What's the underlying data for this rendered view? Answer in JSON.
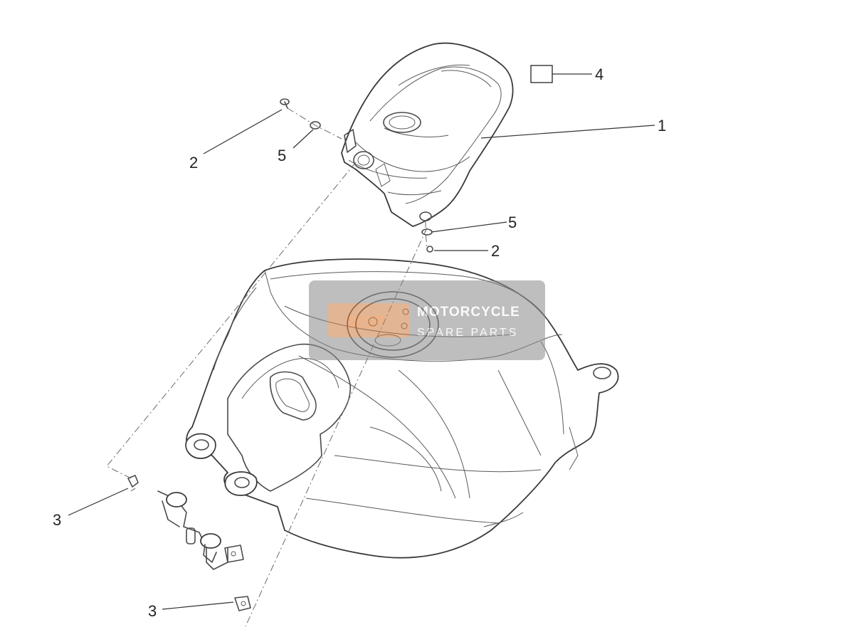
{
  "callouts": [
    {
      "id": "cover",
      "label": "1"
    },
    {
      "id": "screw-top",
      "label": "2"
    },
    {
      "id": "screw-bottom",
      "label": "2"
    },
    {
      "id": "nut-top",
      "label": "3"
    },
    {
      "id": "nut-bottom",
      "label": "3"
    },
    {
      "id": "kit",
      "label": "4"
    },
    {
      "id": "washer-top",
      "label": "5"
    },
    {
      "id": "washer-bottom",
      "label": "5"
    }
  ],
  "watermark": {
    "logo": "MSP",
    "title": "MOTORCYCLE",
    "subtitle": "SPARE PARTS",
    "colors": {
      "badge": "#8a8a8a",
      "logo": "#e8731f"
    }
  }
}
